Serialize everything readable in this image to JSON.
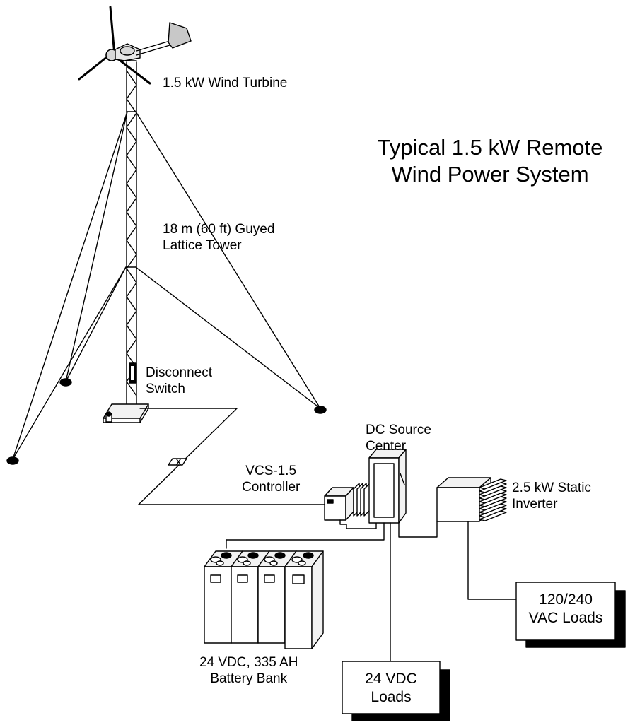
{
  "title": {
    "line1": "Typical 1.5 kW Remote",
    "line2": "Wind Power System"
  },
  "labels": {
    "turbine": "1.5 kW Wind Turbine",
    "tower_line1": "18 m (60 ft) Guyed",
    "tower_line2": "Lattice Tower",
    "disconnect_line1": "Disconnect",
    "disconnect_line2": "Switch",
    "dc_source_line1": "DC Source",
    "dc_source_line2": "Center",
    "controller_line1": "VCS-1.5",
    "controller_line2": "Controller",
    "inverter_line1": "2.5 kW Static",
    "inverter_line2": "Inverter",
    "battery_line1": "24 VDC, 335 AH",
    "battery_line2": "Battery Bank"
  },
  "load_boxes": {
    "ac_line1": "120/240",
    "ac_line2": "VAC Loads",
    "dc_line1": "24 VDC",
    "dc_line2": "Loads"
  },
  "colors": {
    "line": "#000000",
    "background": "#ffffff",
    "fill_light": "#f2f2f2",
    "shadow": "#000000"
  }
}
